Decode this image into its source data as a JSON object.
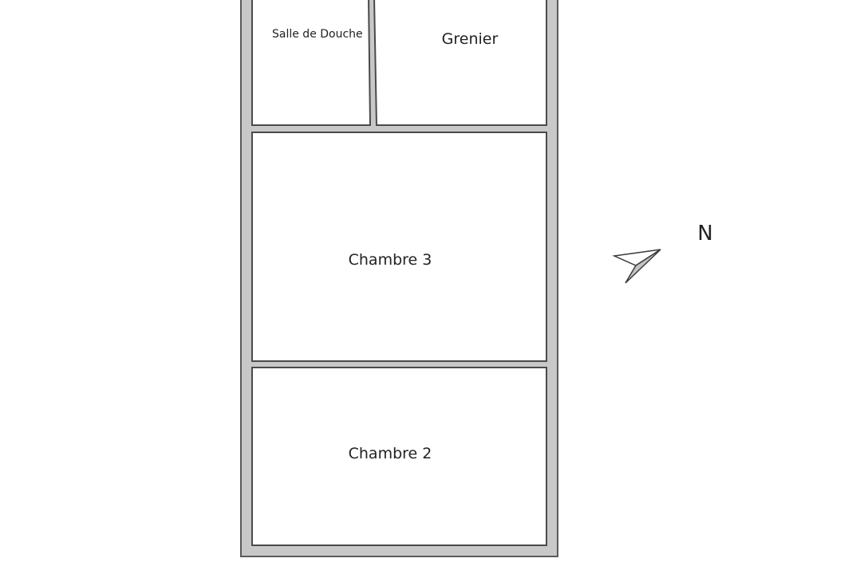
{
  "rooms": {
    "salle_de_douche": "Salle de Douche",
    "grenier": "Grenier",
    "chambre_3": "Chambre 3",
    "chambre_2": "Chambre 2"
  },
  "compass": {
    "label": "N",
    "fill_color": "#c4c4c4",
    "stroke_color": "#3a3a3a"
  },
  "colors": {
    "wall": "#c8c8c8",
    "room": "#ffffff"
  }
}
